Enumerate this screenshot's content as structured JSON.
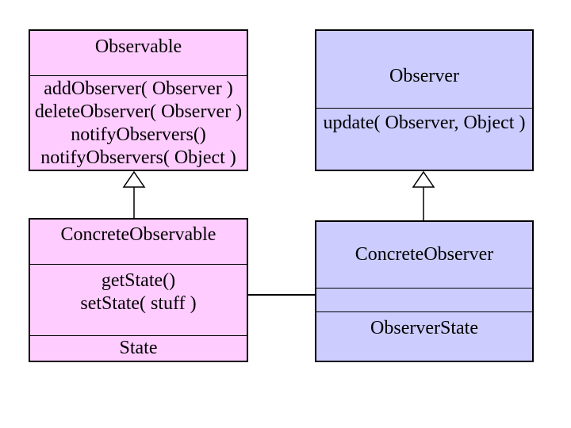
{
  "diagram": {
    "type": "uml-class-diagram",
    "colors": {
      "background": "#FFFFFF",
      "border": "#000000",
      "text": "#000000",
      "observable_fill": "#FFCCFF",
      "observer_fill": "#CCCCFF",
      "arrow_fill": "#FFFFFF"
    },
    "classes": {
      "observable": {
        "name": "Observable",
        "methods": [
          "addObserver( Observer )",
          "deleteObserver( Observer )",
          "notifyObservers()",
          "notifyObservers( Object )"
        ]
      },
      "observer": {
        "name": "Observer",
        "methods": [
          "update( Observer, Object )"
        ]
      },
      "concrete_observable": {
        "name": "ConcreteObservable",
        "methods": [
          "getState()",
          "setState( stuff )"
        ],
        "attributes": [
          "State"
        ]
      },
      "concrete_observer": {
        "name": "ConcreteObserver",
        "methods": [],
        "attributes": [
          "ObserverState"
        ]
      }
    },
    "relations": [
      {
        "type": "generalization",
        "from": "ConcreteObservable",
        "to": "Observable"
      },
      {
        "type": "generalization",
        "from": "ConcreteObserver",
        "to": "Observer"
      },
      {
        "type": "association",
        "from": "ConcreteObservable",
        "to": "ConcreteObserver"
      }
    ]
  }
}
